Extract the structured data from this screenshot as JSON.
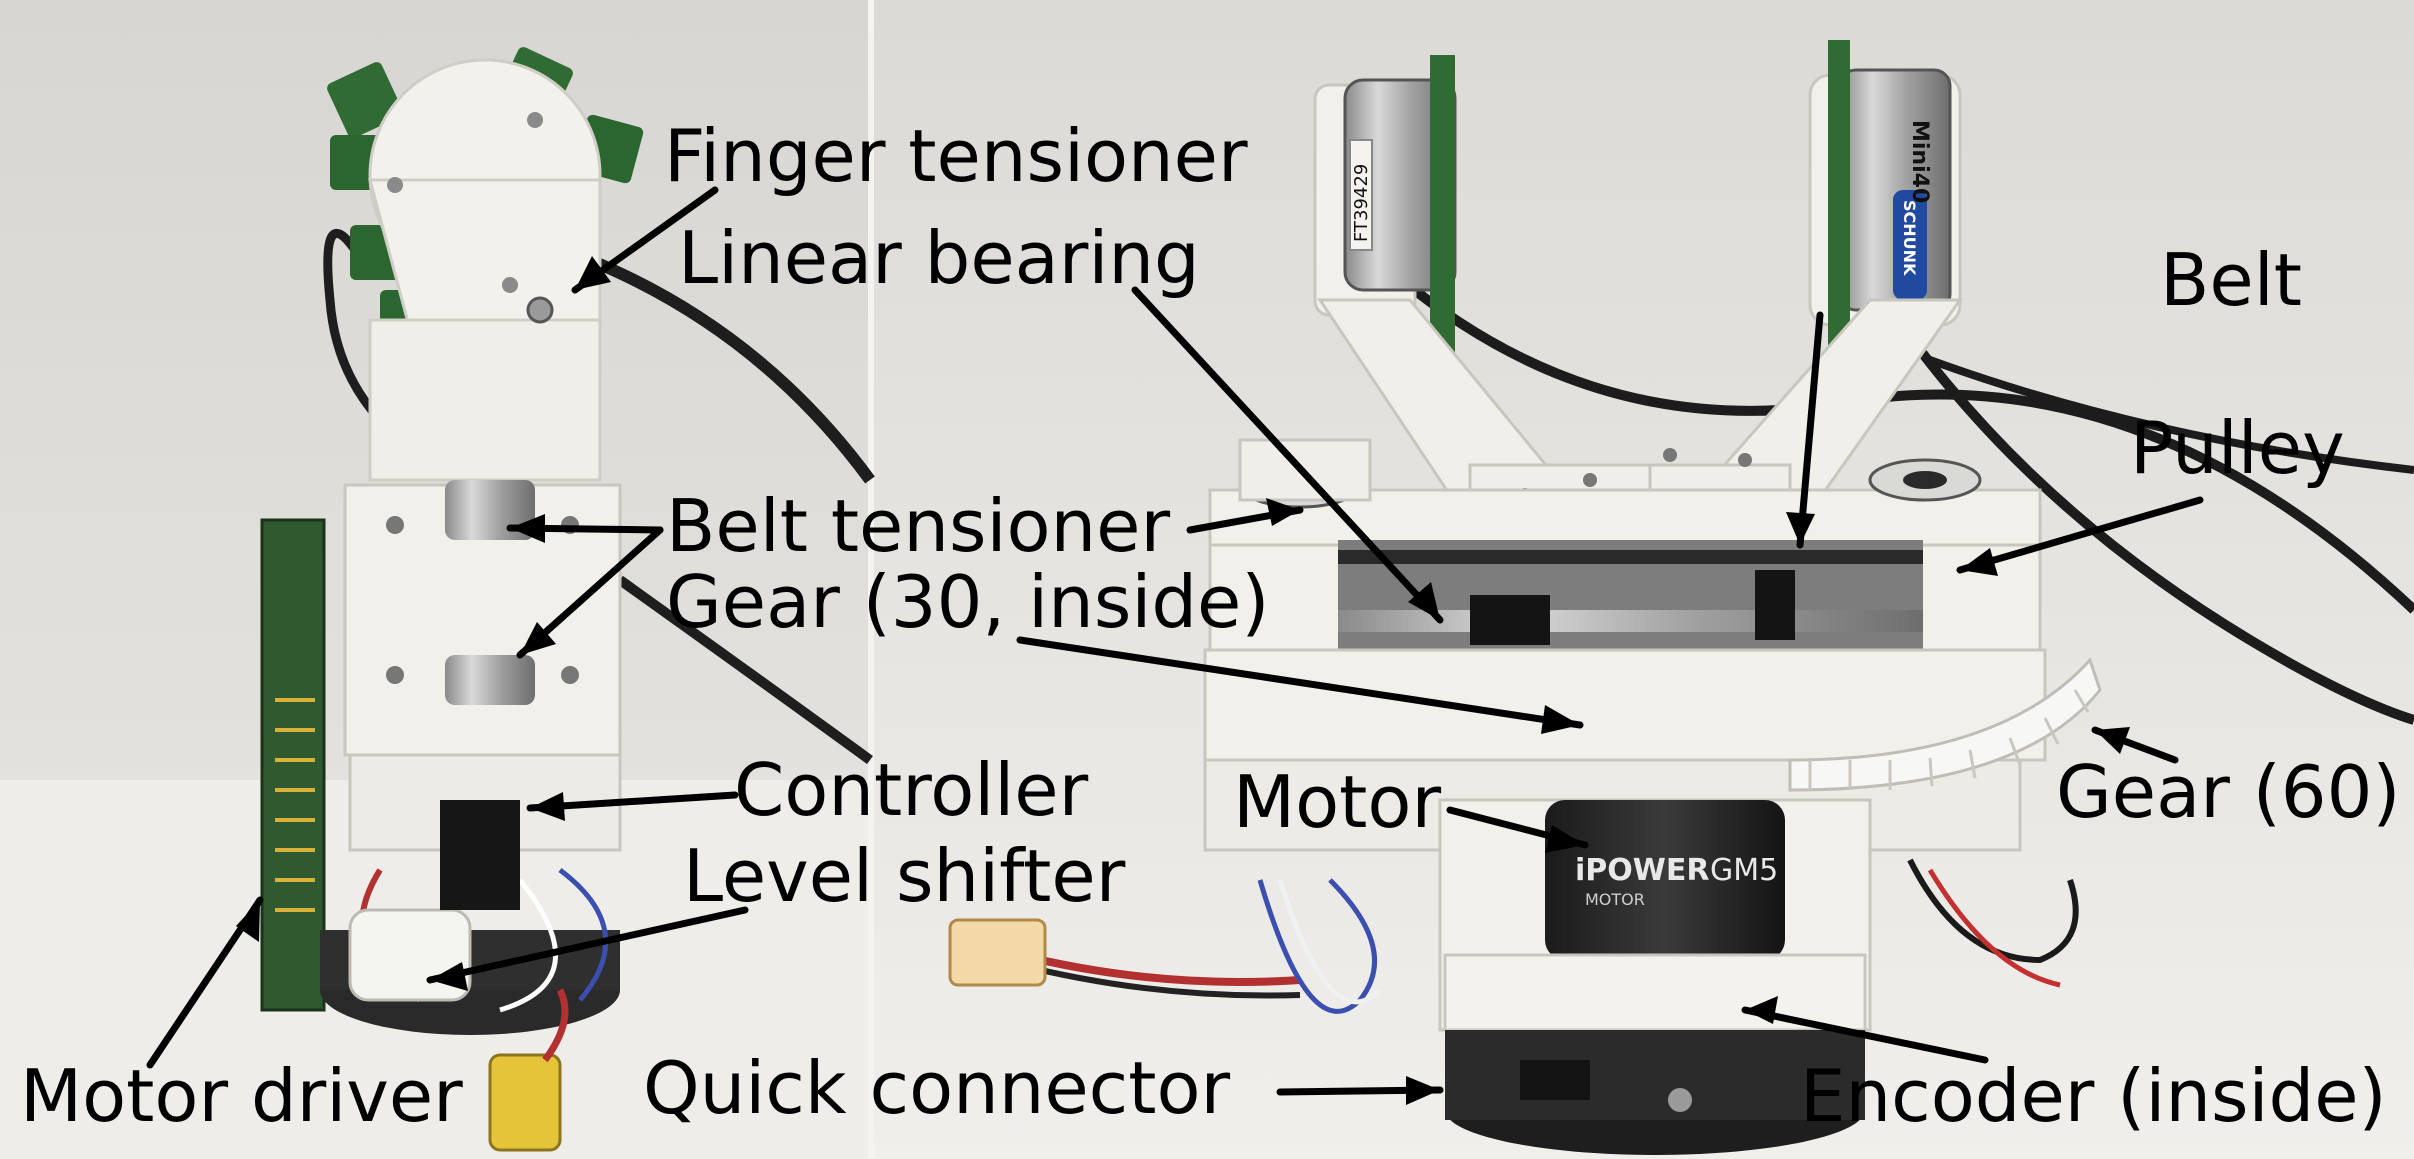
{
  "labels": {
    "finger_tensioner": "Finger tensioner",
    "linear_bearing": "Linear bearing",
    "belt": "Belt",
    "pulley": "Pulley",
    "belt_tensioner": "Belt tensioner",
    "gear_30": "Gear (30, inside)",
    "gear_60": "Gear (60)",
    "motor": "Motor",
    "controller": "Controller",
    "level_shifter": "Level shifter",
    "motor_driver": "Motor driver",
    "quick_connector": "Quick connector",
    "encoder": "Encoder (inside)"
  },
  "product_text": {
    "sensor_left_id": "FT39429",
    "sensor_right_model": "Mini40",
    "sensor_right_brand": "SCHUNK",
    "motor_brand": "iPOWER",
    "motor_brand_sub": "MOTOR",
    "motor_model": "GM5"
  },
  "colors": {
    "background": "#eceae6",
    "printed_part": "#f1f0ea",
    "arrow": "#000000",
    "label": "#000000"
  }
}
